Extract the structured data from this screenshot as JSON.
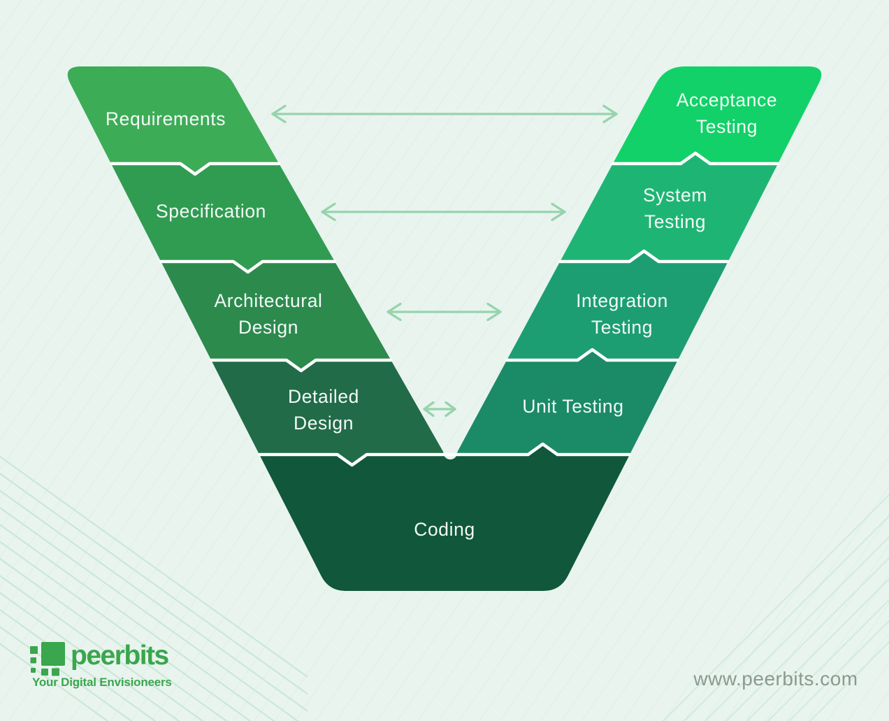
{
  "diagram": {
    "left_steps": [
      {
        "id": "requirements",
        "lines": [
          "Requirements"
        ]
      },
      {
        "id": "specification",
        "lines": [
          "Specification"
        ]
      },
      {
        "id": "architectural-design",
        "lines": [
          "Architectural",
          "Design"
        ]
      },
      {
        "id": "detailed-design",
        "lines": [
          "Detailed",
          "Design"
        ]
      }
    ],
    "right_steps": [
      {
        "id": "acceptance-testing",
        "lines": [
          "Acceptance",
          "Testing"
        ]
      },
      {
        "id": "system-testing",
        "lines": [
          "System",
          "Testing"
        ]
      },
      {
        "id": "integration-testing",
        "lines": [
          "Integration",
          "Testing"
        ]
      },
      {
        "id": "unit-testing",
        "lines": [
          "Unit Testing"
        ]
      }
    ],
    "bottom_step": {
      "id": "coding",
      "label": "Coding"
    },
    "colors": {
      "background": "#E9F4EF",
      "hatch": "#DFEFE7",
      "left_fills": [
        "#3DAC57",
        "#309C51",
        "#2C8A4D",
        "#226B48"
      ],
      "right_fills": [
        "#12D168",
        "#1EB574",
        "#1C9E72",
        "#1B8A66"
      ],
      "bottom_fill": "#10573C",
      "divider": "#FFFFFF",
      "arrow": "#97D3AC",
      "label_text": "#F2FAF6"
    }
  },
  "footer": {
    "logo": {
      "brand": "peerbits",
      "tagline": "Your Digital Envisioneers",
      "color": "#3AA64D"
    },
    "website": "www.peerbits.com",
    "website_color": "#8A9A90"
  }
}
